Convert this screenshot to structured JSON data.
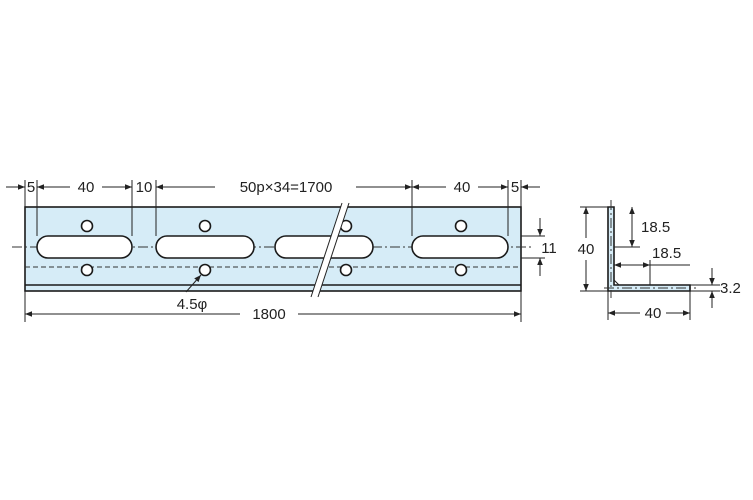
{
  "colors": {
    "plate_fill": "#d6ecf7",
    "line": "#1a1a1a",
    "background": "#ffffff"
  },
  "dimensions": {
    "top_left_edge": "5",
    "top_left_width": "40",
    "top_gap": "10",
    "top_pitch": "50p×34=1700",
    "top_right_width": "40",
    "top_right_edge": "5",
    "slot_height": "11",
    "hole_diameter": "4.5φ",
    "total_length": "1800",
    "section_height": "40",
    "section_upper_offset": "18.5",
    "section_lower_offset": "18.5",
    "thickness": "3.2",
    "section_width": "40"
  }
}
